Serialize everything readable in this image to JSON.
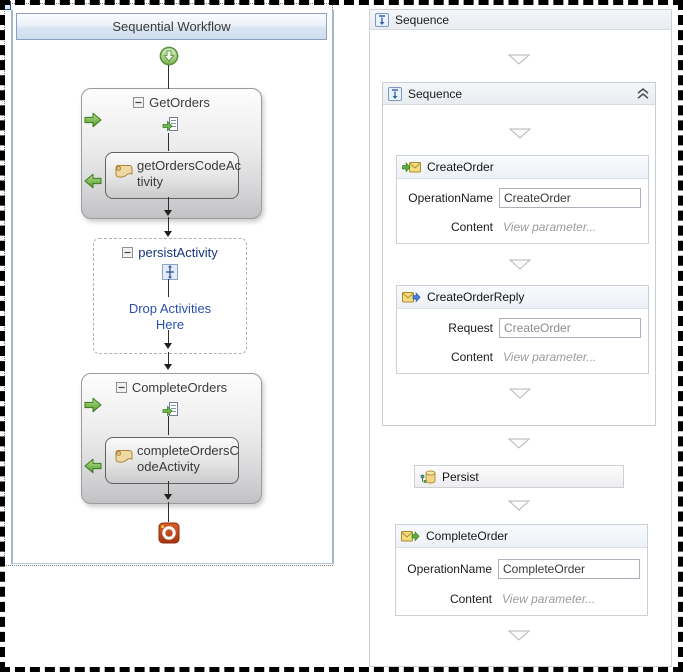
{
  "left_designer": {
    "title": "Sequential Workflow",
    "get_orders": {
      "title": "GetOrders",
      "child_line1": "getOrdersCodeAc",
      "child_line2": "tivity"
    },
    "persist_activity": {
      "title": "persistActivity",
      "drop_line1": "Drop Activities",
      "drop_line2": "Here"
    },
    "complete_orders": {
      "title": "CompleteOrders",
      "child_line1": "completeOrdersC",
      "child_line2": "odeActivity"
    }
  },
  "right_designer": {
    "outer_sequence_title": "Sequence",
    "inner_sequence_title": "Sequence",
    "create_order": {
      "title": "CreateOrder",
      "label1": "OperationName",
      "value1": "CreateOrder",
      "label2": "Content",
      "value2": "View parameter..."
    },
    "create_order_reply": {
      "title": "CreateOrderReply",
      "label1": "Request",
      "value1": "CreateOrder",
      "label2": "Content",
      "value2": "View parameter..."
    },
    "persist_title": "Persist",
    "complete_order": {
      "title": "CompleteOrder",
      "label1": "OperationName",
      "value1": "CompleteOrder",
      "label2": "Content",
      "value2": "View parameter..."
    }
  },
  "icons": {
    "start": "green-circle-down-arrow",
    "end": "red-square-white-ring",
    "collapse_box": "minus-collapse-toggle",
    "smart_tag": "document-with-green-arrow",
    "code_activity": "parchment-scroll",
    "persist_wf3": "blue-square-cross-arrows",
    "sequence": "blue-square-down-arrow",
    "receive": "envelope-green-arrow-in",
    "send_reply": "envelope-blue-arrow-out",
    "complete": "envelope-green-arrow-out",
    "persist_wf4": "database-cylinder",
    "collapse_chevron": "double-chevron-up",
    "drop_target": "gray-down-triangle",
    "branch_in": "green-arrow-right",
    "branch_out": "green-arrow-left"
  },
  "colors": {
    "title_bar_blue": "#cfdeee",
    "navy_text": "#17357e",
    "drop_hint_blue": "#2c4fae",
    "arrow_green": "#5fae3d",
    "end_red": "#c2421a",
    "scroll_tan": "#ecd9a4",
    "gray_value": "#8c8c8c"
  }
}
